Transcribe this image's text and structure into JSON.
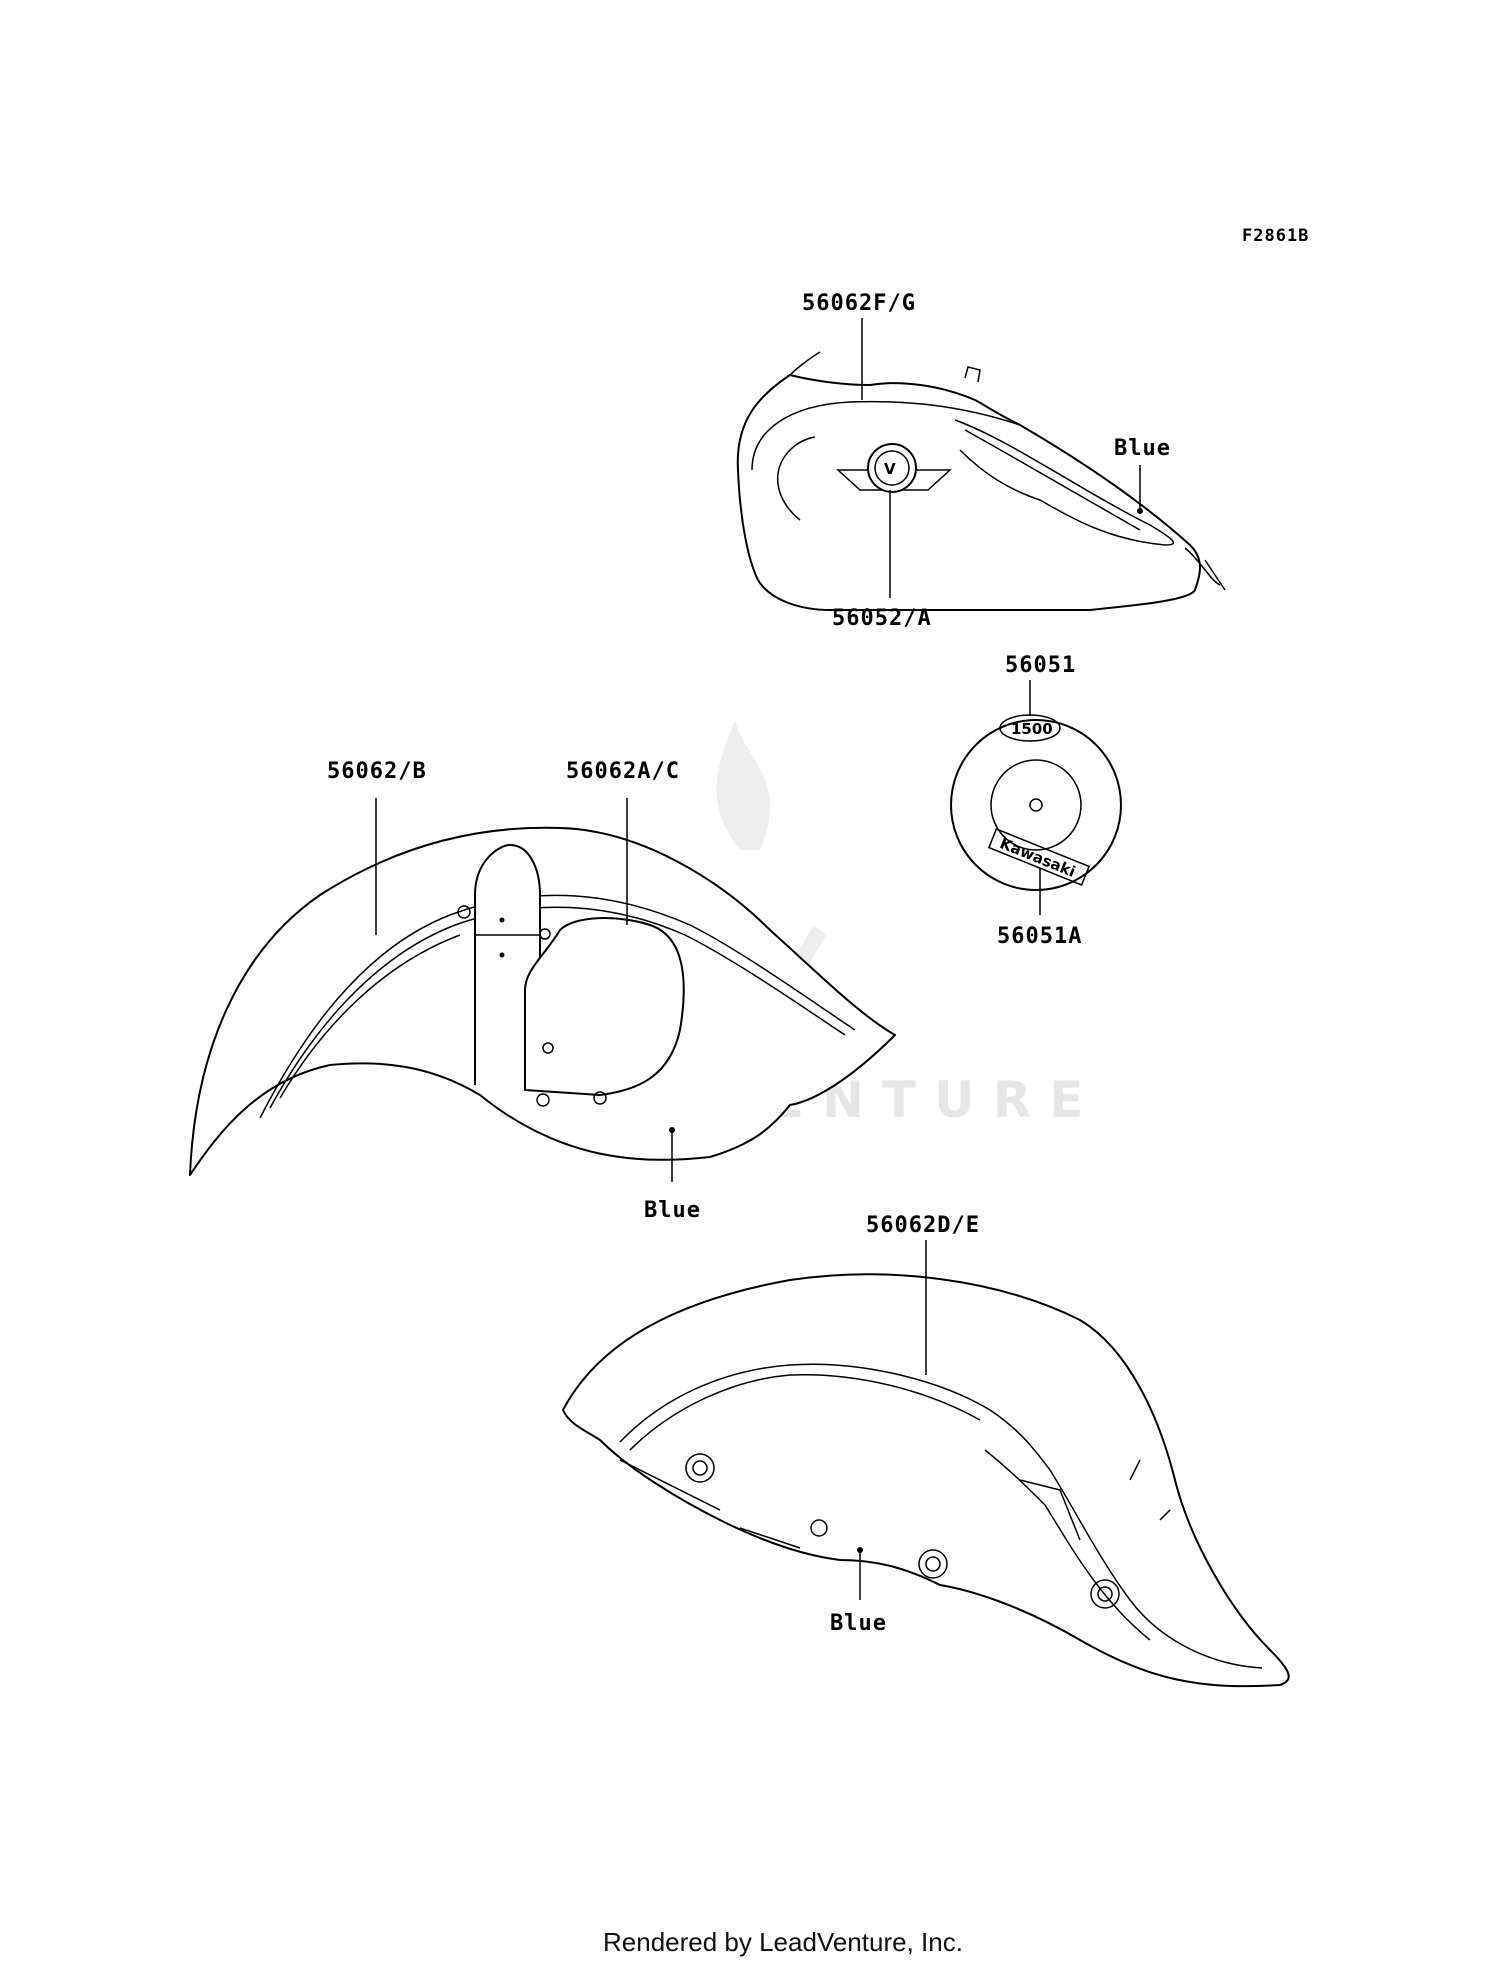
{
  "diagram": {
    "figure_code": "F2861B",
    "labels": {
      "tank_stripe": "56062F/G",
      "tank_emblem": "56052/A",
      "tank_color": "Blue",
      "cap_top": "56051",
      "cap_bottom": "56051A",
      "front_stripe_outer": "56062/B",
      "front_stripe_inner": "56062A/C",
      "front_color": "Blue",
      "rear_stripe": "56062D/E",
      "rear_color": "Blue"
    },
    "logo_text": {
      "cap_top_logo": "1500",
      "cap_bottom_logo": "Kawasaki",
      "tank_emblem_letter": "V"
    },
    "watermark": "LEADVENTURE"
  },
  "footer": {
    "text": "Rendered by LeadVenture, Inc."
  }
}
